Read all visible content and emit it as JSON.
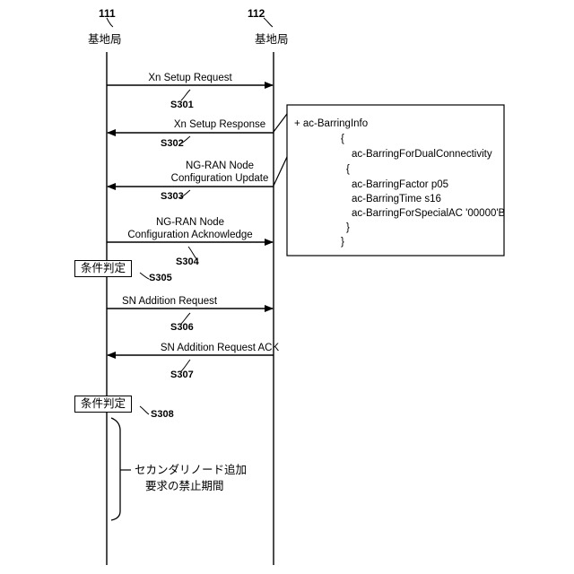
{
  "nodes": [
    {
      "num": "111",
      "name": "基地局"
    },
    {
      "num": "112",
      "name": "基地局"
    }
  ],
  "messages": [
    {
      "text": "Xn Setup Request",
      "step": "S301"
    },
    {
      "text": "Xn Setup Response",
      "step": "S302"
    },
    {
      "line1": "NG-RAN Node",
      "line2": "Configuration Update",
      "step": "S303"
    },
    {
      "line1": "NG-RAN Node",
      "line2": "Configuration Acknowledge",
      "step": "S304"
    },
    {
      "text": "SN Addition Request",
      "step": "S306"
    },
    {
      "text": "SN Addition Request ACK",
      "step": "S307"
    }
  ],
  "conditions": [
    {
      "label": "条件判定",
      "step": "S305"
    },
    {
      "label": "条件判定",
      "step": "S308"
    }
  ],
  "info_box": {
    "lines": [
      "+  ac-BarringInfo",
      "{",
      "ac-BarringForDualConnectivity",
      "{",
      "ac-BarringFactor p05",
      "ac-BarringTime s16",
      "ac-BarringForSpecialAC '00000'B",
      "}",
      "}"
    ]
  },
  "prohibition": {
    "line1": "セカンダリノード追加",
    "line2": "要求の禁止期間"
  }
}
